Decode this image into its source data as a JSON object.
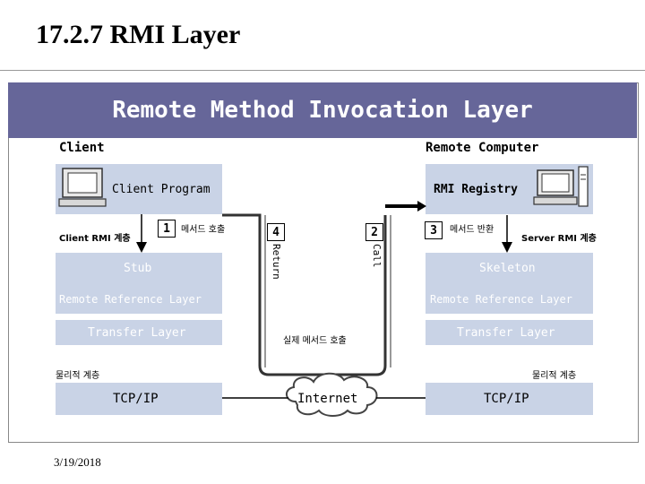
{
  "slide": {
    "title": "17.2.7 RMI Layer",
    "date": "3/19/2018"
  },
  "banner": {
    "title": "Remote Method Invocation Layer"
  },
  "left": {
    "heading": "Client",
    "program": "Client Program",
    "rmi_class": "Client RMI 계층",
    "stub": "Stub",
    "remote_ref": "Remote Reference Layer",
    "transfer": "Transfer Layer",
    "physical": "물리적 계층",
    "tcpip": "TCP/IP"
  },
  "right": {
    "heading": "Remote Computer",
    "registry": "RMI Registry",
    "rmi_class": "Server RMI 계층",
    "skeleton": "Skeleton",
    "remote_ref": "Remote Reference Layer",
    "transfer": "Transfer Layer",
    "physical": "물리적 계층",
    "tcpip": "TCP/IP"
  },
  "steps": {
    "s1": "1",
    "s1_label": "메서드 호출",
    "s2": "2",
    "s3": "3",
    "s3_label": "메서드 반환",
    "s4": "4"
  },
  "center": {
    "return_label": "Return",
    "call_label": "Call",
    "actual_call": "실제 메서드 호출",
    "internet": "Internet"
  },
  "colors": {
    "banner": "#666699",
    "band": "#c9d3e6",
    "layer_box": "#6b7fb3"
  }
}
